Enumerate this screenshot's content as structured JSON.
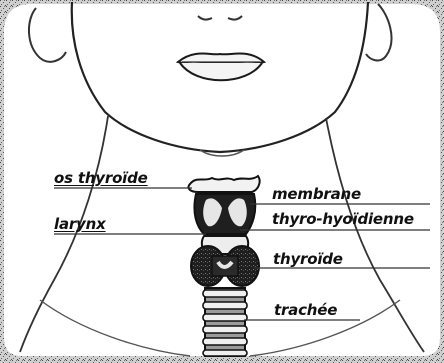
{
  "labels": {
    "os_thyroide": "os thyroïde",
    "larynx": "larynx",
    "membrane_line1": "membrane",
    "membrane_line2": "thyro-hyoïdienne",
    "thyroide": "thyroïde",
    "trachee": "trachée"
  },
  "colors": {
    "ink": "#111111",
    "paper": "#ffffff",
    "frame_speckle": "#8c8c8c",
    "cartilage_light": "#e6e6e6",
    "gland_dark": "#2a2a2a"
  }
}
